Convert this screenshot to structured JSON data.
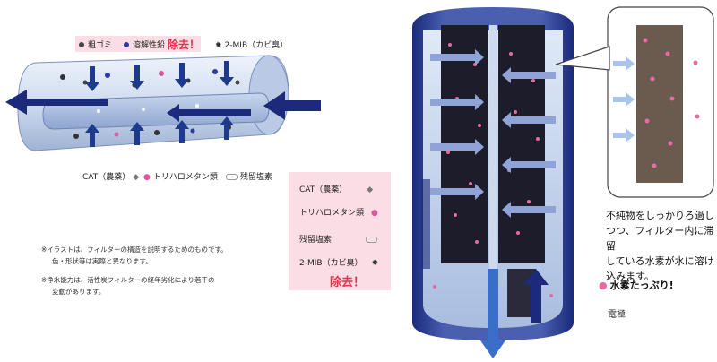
{
  "top_legend": {
    "item1": "粗ゴミ",
    "item2": "溶解性鉛",
    "removed": "除去！",
    "item3": "2-MIB（カビ臭）"
  },
  "bottom_legend": {
    "cat": "CAT（農薬）",
    "thm": "トリハロメタン類",
    "chlorine": "残留塩素"
  },
  "notes": {
    "note1_line1": "※イラストは、フィルターの構造を説明するためのものです。",
    "note1_line2": "色・形状等は実際と異なります。",
    "note2_line1": "※浄水能力は、活性炭フィルターの経年劣化により若干の",
    "note2_line2": "変動があります。"
  },
  "center_box": {
    "cat": "CAT（農薬）",
    "thm": "トリハロメタン類",
    "chlorine": "残留塩素",
    "mib": "2-MIB（カビ臭）",
    "removed": "除去！"
  },
  "description": {
    "line1": "不純物をしっかりろ過し",
    "line2": "つつ、フィルター内に滞留",
    "line3": "している水素が水に溶け",
    "line4": "込みます。"
  },
  "hydrogen_label": "水素たっぷり!",
  "electrode_label": "電極",
  "colors": {
    "navy": "#1b2a7a",
    "arrow_blue": "#1e3a8a",
    "removed_red": "#e0314a",
    "pink_box": "#fbdde6",
    "pipe_light": "#dfe9f7",
    "carbon": "#1c1c2a"
  }
}
